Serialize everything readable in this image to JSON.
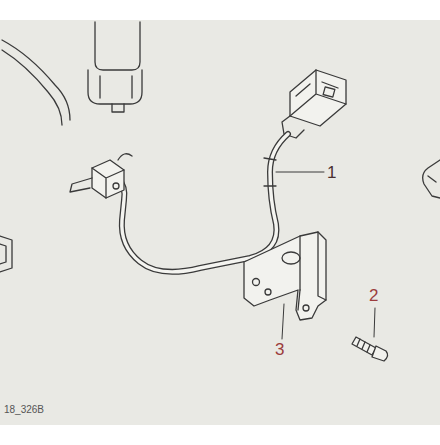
{
  "diagram": {
    "labels": [
      "1",
      "2",
      "3",
      "18_326B"
    ]
  }
}
